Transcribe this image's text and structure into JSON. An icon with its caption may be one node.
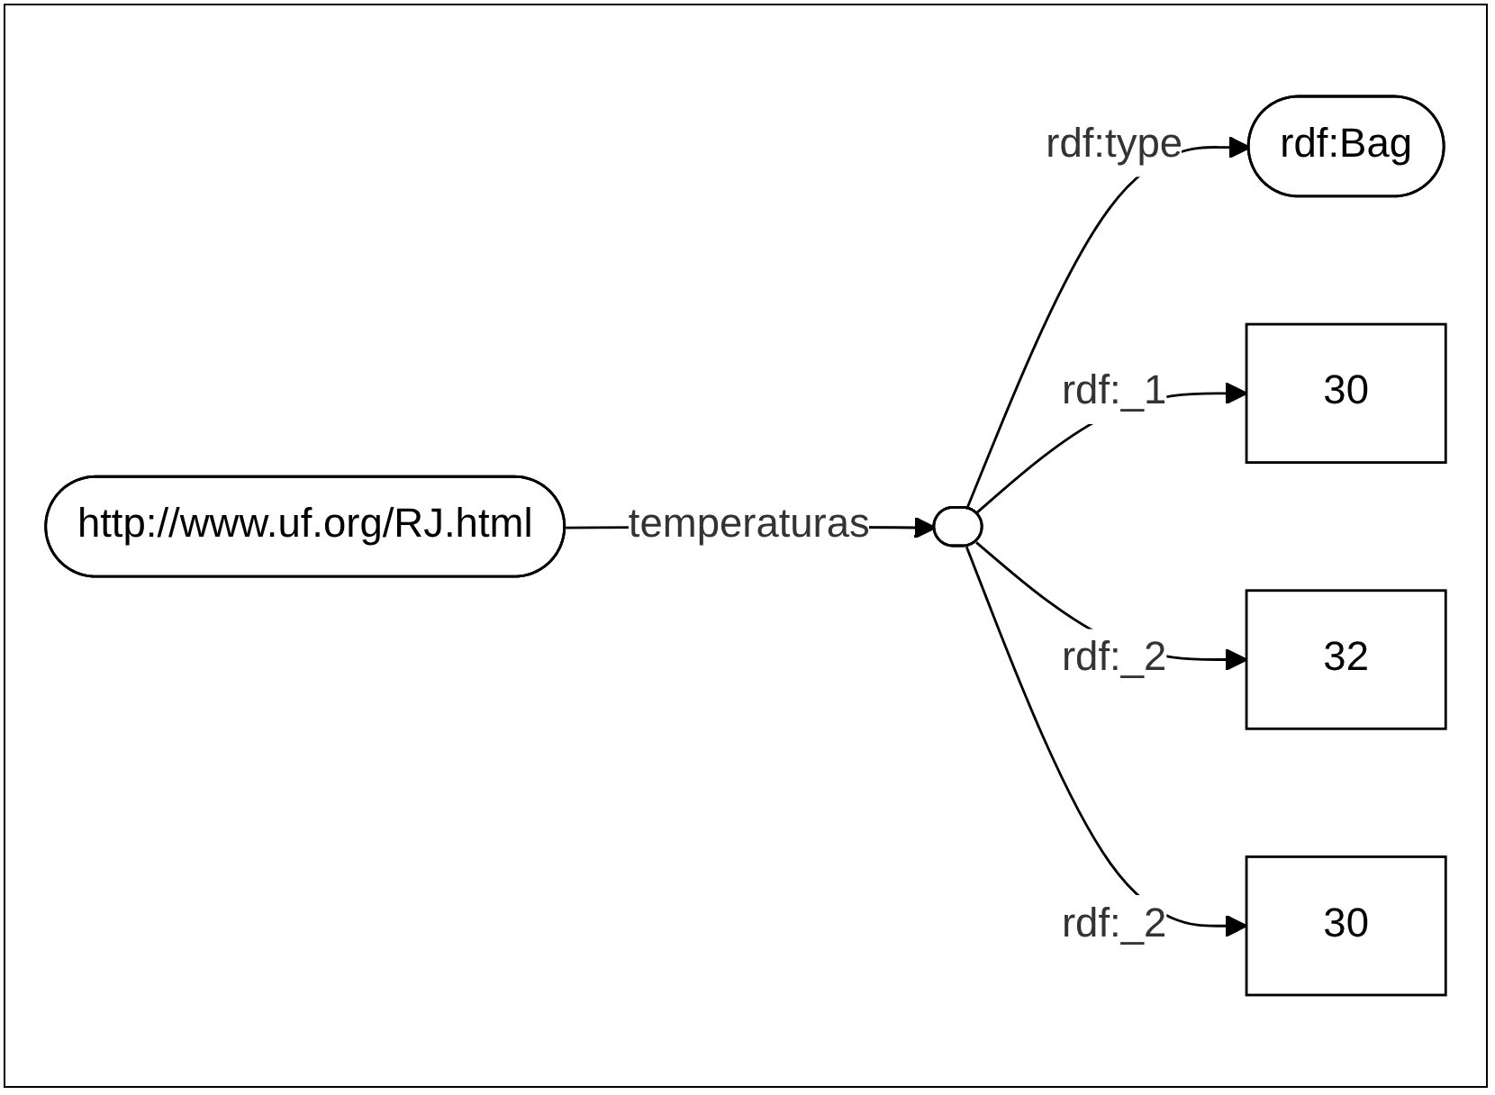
{
  "diagram": {
    "nodes": [
      {
        "text": [
          "http://www.uf.org/RJ.html"
        ]
      },
      {
        "text": [
          "rdf:Bag"
        ]
      },
      {
        "text": [],
        "shape": "ellipse"
      },
      {
        "text": [
          "30"
        ]
      },
      {
        "text": [
          "32"
        ]
      },
      {
        "text": [
          "30"
        ]
      }
    ],
    "edges": [
      {
        "from": 0,
        "to": 2,
        "arrow": "to",
        "label": "temperaturas"
      },
      {
        "from": 2,
        "to": 1,
        "arrow": "to",
        "label": "rdf:type"
      },
      {
        "from": 2,
        "to": 3,
        "arrow": "to",
        "label": "rdf:_1"
      },
      {
        "from": 2,
        "to": 4,
        "arrow": "to",
        "label": "rdf:_2"
      },
      {
        "from": 2,
        "to": 5,
        "arrow": "to",
        "label": "rdf:_2"
      }
    ]
  }
}
